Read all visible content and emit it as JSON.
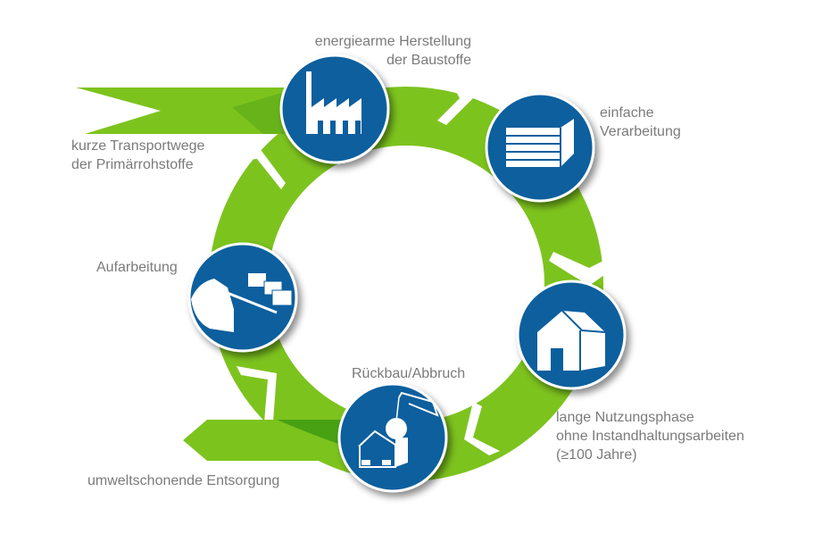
{
  "labels": {
    "production": [
      "energiearme Herstellung",
      "der Baustoffe"
    ],
    "processing": [
      "einfache",
      "Verarbeitung"
    ],
    "transport": [
      "kurze Transportwege",
      "der Primärrohstoffe"
    ],
    "recycling": [
      "Aufarbeitung"
    ],
    "demolition": [
      "Rückbau/Abbruch"
    ],
    "usage": [
      "lange Nutzungsphase",
      "ohne Instandhaltungsarbeiten",
      "(≥100 Jahre)"
    ],
    "disposal": [
      "umweltschonende Entsorgung"
    ]
  },
  "icons": [
    "factory-icon",
    "brick-wall-icon",
    "house-icon",
    "demolition-crane-icon",
    "recycling-rubble-icon"
  ],
  "colors": {
    "green": "#7dc31e",
    "dark_green": "#3e9a12",
    "blue": "#0a5f9e",
    "text": "#7b7b7b"
  }
}
